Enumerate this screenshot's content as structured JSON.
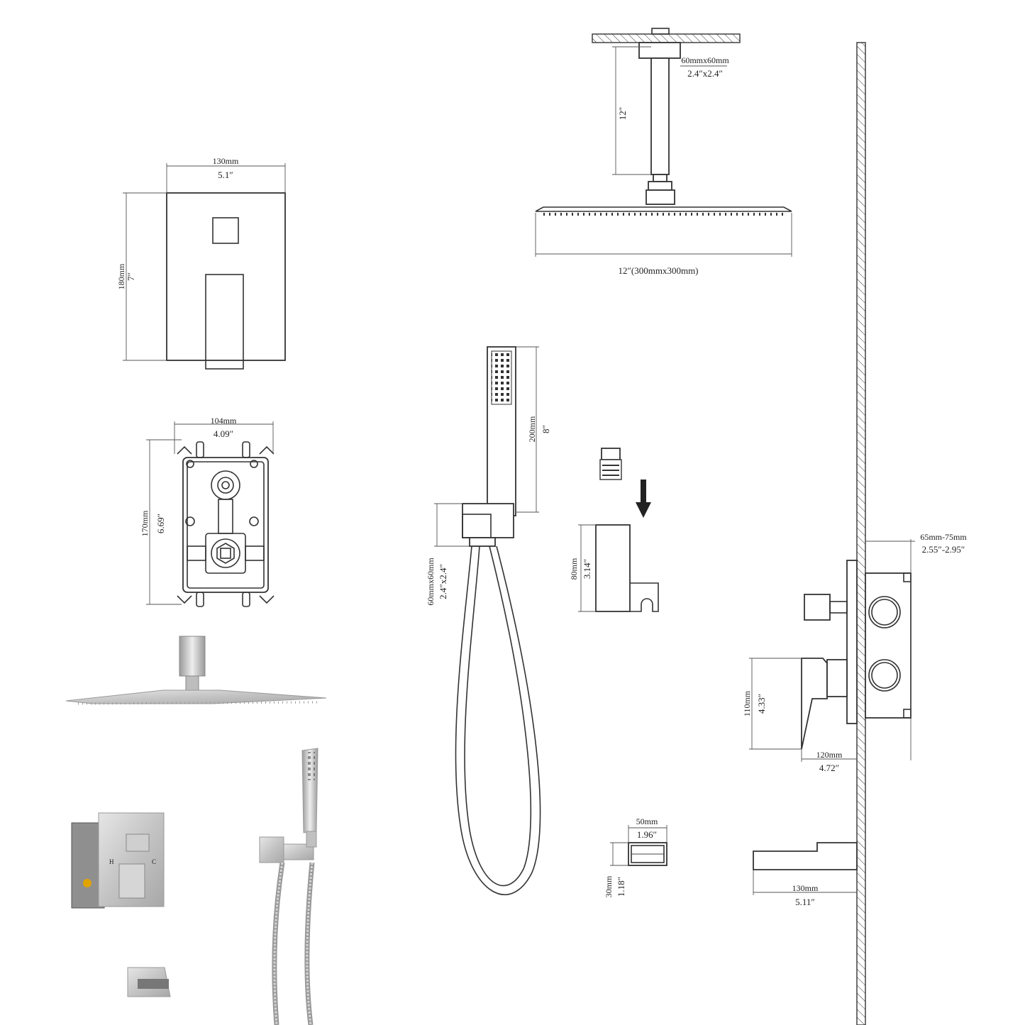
{
  "trim_plate": {
    "width_mm": "130mm",
    "width_in": "5.1″",
    "height_mm": "180mm",
    "height_in": "7″"
  },
  "valve_body": {
    "width_mm": "104mm",
    "width_in": "4.09″",
    "height_mm": "170mm",
    "height_in": "6.69″"
  },
  "rain_shower": {
    "arm_size_mm": "60mmx60mm",
    "arm_size_in": "2.4″x2.4″",
    "arm_length": "12″",
    "head_size": "12″(300mmx300mm)"
  },
  "hand_shower": {
    "length_mm": "200mm",
    "length_in": "8″",
    "holder_mm": "60mmx60mm",
    "holder_in": "2.4″x2.4″"
  },
  "holder_bracket": {
    "height_mm": "80mm",
    "height_in": "3.14″"
  },
  "tub_spout_front": {
    "width_mm": "50mm",
    "width_in": "1.96″",
    "height_mm": "30mm",
    "height_in": "1.18″"
  },
  "wall_install": {
    "depth_mm": "65mm-75mm",
    "depth_in": "2.55″-2.95″",
    "handle_height_mm": "110mm",
    "handle_height_in": "4.33″",
    "handle_reach_mm": "120mm",
    "handle_reach_in": "4.72″",
    "spout_reach_mm": "130mm",
    "spout_reach_in": "5.11″"
  },
  "product_photo": {
    "hot_label": "H",
    "cold_label": "C"
  },
  "colors": {
    "line": "#333333",
    "metal": "#c9c9c9",
    "metal_dark": "#9a9a9a"
  }
}
